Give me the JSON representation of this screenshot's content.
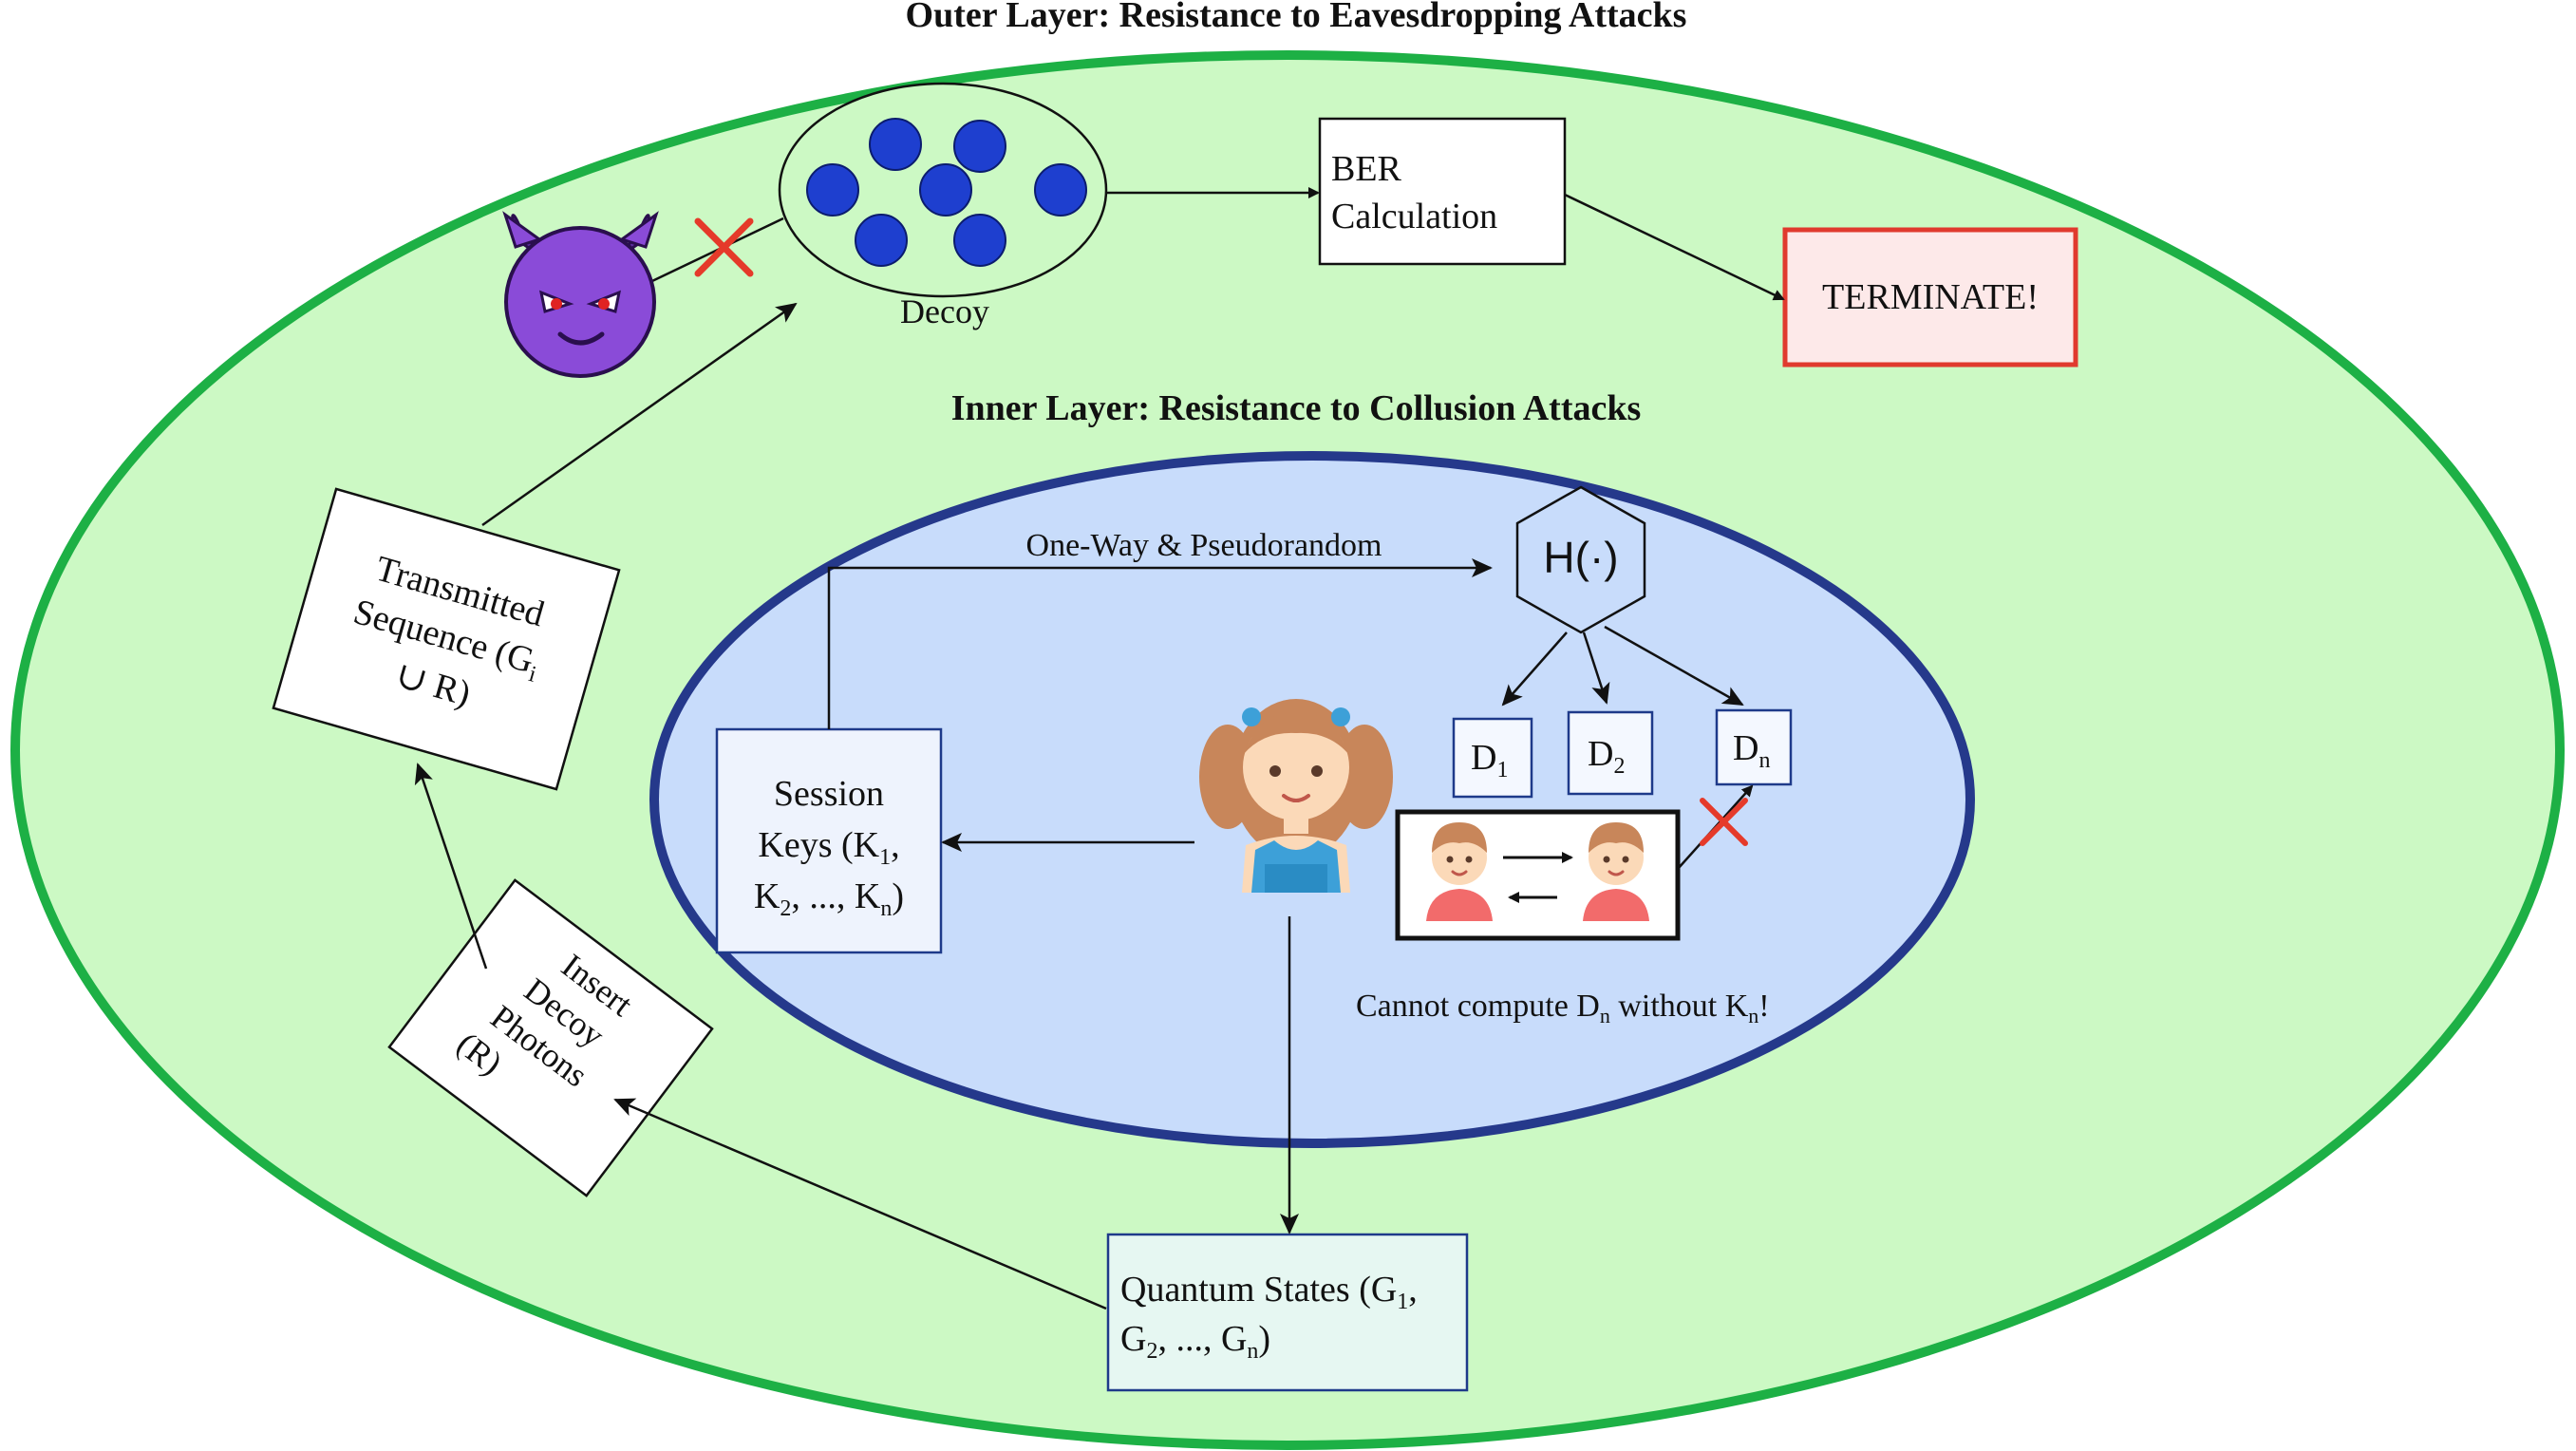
{
  "outer_title": "Outer Layer: Resistance to Eavesdropping Attacks",
  "inner_title": "Inner Layer: Resistance to Collusion Attacks",
  "decoy_label": "Decoy",
  "ber_box": {
    "line1": "BER",
    "line2": "Calculation"
  },
  "terminate_label": "TERMINATE!",
  "transmitted_box": {
    "line1": "Transmitted",
    "line2": "Sequence (G",
    "sub": "i",
    "line3": "∪ R)"
  },
  "insert_box": {
    "line1": "Insert",
    "line2": "Decoy",
    "line3": "Photons",
    "line4": "(R)"
  },
  "session_box": {
    "line1": "Session",
    "line2_pre": "Keys (K",
    "line2_sub": "1",
    "line2_post": ",",
    "line3_a": "K",
    "line3_sub1": "2",
    "line3_mid": ", ..., K",
    "line3_sub2": "n",
    "line3_post": ")"
  },
  "quantum_box": {
    "line1_pre": "Quantum States (G",
    "line1_sub": "1",
    "line1_post": ",",
    "line2_a": "G",
    "line2_sub1": "2",
    "line2_mid": ", ..., G",
    "line2_sub2": "n",
    "line2_post": ")"
  },
  "one_way_label": "One-Way & Pseudorandom",
  "hash_label": "H(·)",
  "d_boxes": [
    {
      "base": "D",
      "sub": "1"
    },
    {
      "base": "D",
      "sub": "2"
    },
    {
      "base": "D",
      "sub": "n"
    }
  ],
  "cannot_compute": {
    "pre": "Cannot compute D",
    "sub1": "n",
    "mid": " without K",
    "sub2": "n",
    "post": "!"
  },
  "icons": [
    "devil-icon",
    "girl-icon",
    "boy-icon",
    "cross-icon"
  ],
  "colors": {
    "outer_fill": "#ccf9c4",
    "outer_stroke": "#1db045",
    "inner_fill": "#c8dcfb",
    "inner_stroke": "#25398b",
    "decoy_dot": "#1e3fcf",
    "terminate_stroke": "#e03a2e",
    "terminate_fill": "#fde9e9",
    "cross": "#e53a2a",
    "devil": "#8a4bd8"
  }
}
